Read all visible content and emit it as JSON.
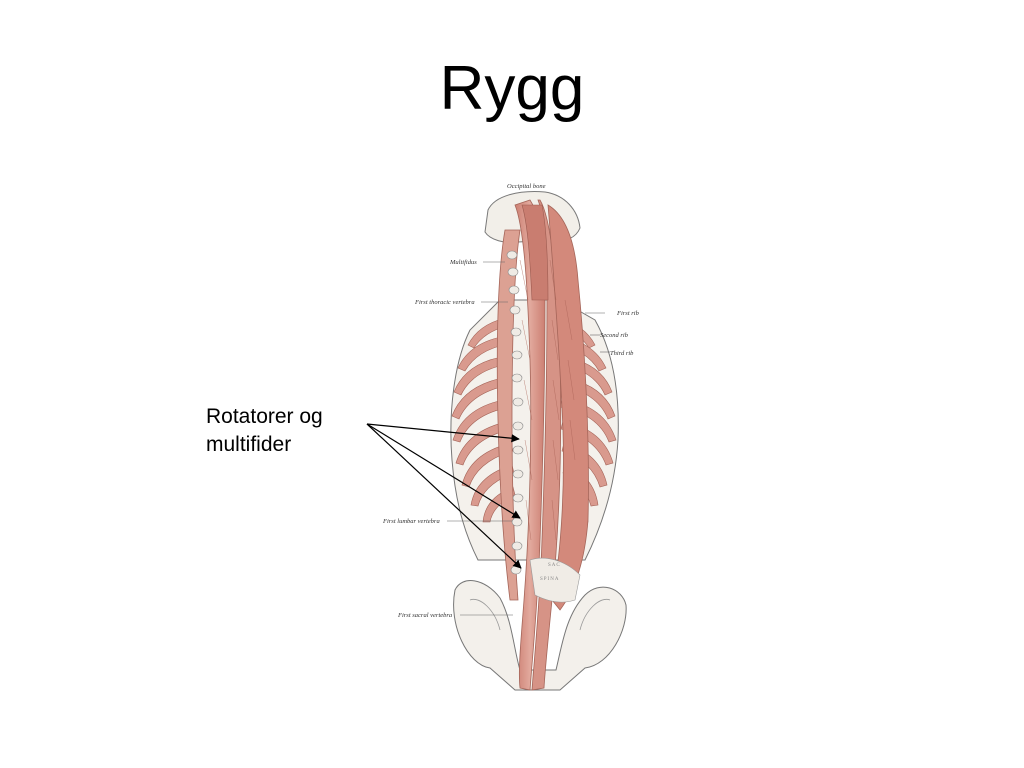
{
  "slide": {
    "title": "Rygg",
    "callout": {
      "line1": "Rotatorer og",
      "line2": "multifider"
    }
  },
  "figure": {
    "labels": {
      "occipital": "Occipital bone",
      "multifidus": "Multifidus",
      "first_thoracic": "First thoracic vertebra",
      "first_rib": "First rib",
      "second_rib": "Second rib",
      "third_rib": "Third rib",
      "first_lumbar": "First lumbar vertebra",
      "first_sacral": "First sacral vertebra",
      "sacrospinalis_1": "SAC",
      "sacrospinalis_2": "SPINA"
    },
    "colors": {
      "muscle": "#d99a8e",
      "muscle_dark": "#b8665a",
      "bone": "#f2efe9",
      "outline": "#6b6b6b"
    }
  }
}
